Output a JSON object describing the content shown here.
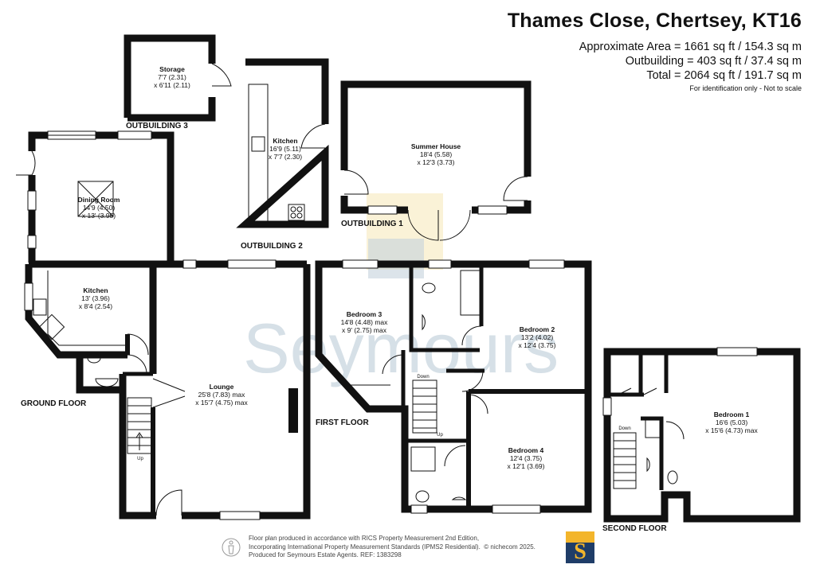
{
  "header": {
    "title": "Thames Close, Chertsey, KT16",
    "approx_area": "Approximate Area = 1661 sq ft / 154.3 sq m",
    "outbuilding_area": "Outbuilding = 403 sq ft / 37.4 sq m",
    "total_area": "Total = 2064 sq ft / 191.7 sq m",
    "note": "For identification only - Not to scale"
  },
  "floors": {
    "ground": "GROUND FLOOR",
    "first": "FIRST FLOOR",
    "second": "SECOND FLOOR",
    "outbuilding1": "OUTBUILDING 1",
    "outbuilding2": "OUTBUILDING 2",
    "outbuilding3": "OUTBUILDING 3"
  },
  "rooms": {
    "storage": {
      "name": "Storage",
      "d1": "7'7 (2.31)",
      "d2": "x 6'11 (2.11)"
    },
    "kitchen_out": {
      "name": "Kitchen",
      "d1": "16'9 (5.11)",
      "d2": "x 7'7 (2.30)"
    },
    "summer_house": {
      "name": "Summer House",
      "d1": "18'4 (5.58)",
      "d2": "x 12'3 (3.73)"
    },
    "dining": {
      "name": "Dining Room",
      "d1": "14'9 (4.50)",
      "d2": "x 13' (3.95)"
    },
    "kitchen": {
      "name": "Kitchen",
      "d1": "13' (3.96)",
      "d2": "x 8'4 (2.54)"
    },
    "lounge": {
      "name": "Lounge",
      "d1": "25'8 (7.83) max",
      "d2": "x 15'7 (4.75) max"
    },
    "bedroom3": {
      "name": "Bedroom 3",
      "d1": "14'8 (4.48) max",
      "d2": "x 9' (2.75) max"
    },
    "bedroom2": {
      "name": "Bedroom 2",
      "d1": "13'2 (4.02)",
      "d2": "x 12'4 (3.75)"
    },
    "bedroom4": {
      "name": "Bedroom 4",
      "d1": "12'4 (3.75)",
      "d2": "x 12'1 (3.69)"
    },
    "bedroom1": {
      "name": "Bedroom 1",
      "d1": "16'6 (5.03)",
      "d2": "x 15'6 (4.73) max"
    }
  },
  "stairs": {
    "up": "Up",
    "down": "Down"
  },
  "watermark": "Seymours",
  "footer": {
    "line1": "Floor plan produced in accordance with RICS Property Measurement 2nd Edition,",
    "line2": "Incorporating International Property Measurement Standards (IPMS2 Residential).",
    "line3": "Produced for Seymours Estate Agents.   REF: 1383298",
    "copyright": "© nichecom 2025.",
    "logo_letter": "S"
  },
  "colors": {
    "wall": "#111111",
    "watermark": "#b8c7d2",
    "logo_blue": "#1f3d68",
    "logo_gold": "#f3b52b"
  }
}
